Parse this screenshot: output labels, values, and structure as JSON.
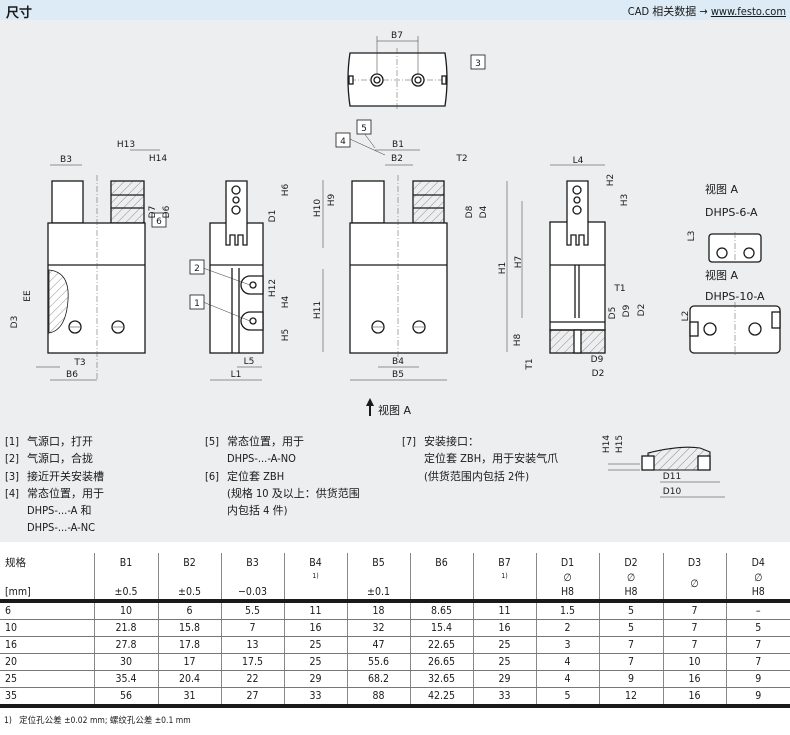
{
  "header": {
    "title": "尺寸",
    "cad_text": "CAD 相关数据 →",
    "cad_link": "www.festo.com"
  },
  "drawing": {
    "callouts": {
      "c1": "1",
      "c2": "2",
      "c3": "3",
      "c4": "4",
      "c5": "5",
      "c6": "6"
    },
    "view_arrow_label": "视图 A",
    "view_a_6_title": "视图 A",
    "view_a_6_model": "DHPS-6-A",
    "view_a_10_title": "视图 A",
    "view_a_10_model": "DHPS-10-A",
    "dims": {
      "B7": "B7",
      "B3": "B3",
      "H13": "H13",
      "H14": "H14",
      "D7": "D7",
      "D6": "D6",
      "T3": "T3",
      "B6": "B6",
      "EE": "EE",
      "D3": "D3",
      "H6": "H6",
      "D1": "D1",
      "H12": "H12",
      "H4": "H4",
      "H5": "H5",
      "L5": "L5",
      "L1": "L1",
      "B1": "B1",
      "B2": "B2",
      "T2": "T2",
      "H10": "H10",
      "H9": "H9",
      "H11": "H11",
      "D8": "D8",
      "D4": "D4",
      "B4": "B4",
      "B5": "B5",
      "L4": "L4",
      "H2": "H2",
      "H3": "H3",
      "H1": "H1",
      "H7": "H7",
      "T1": "T1",
      "D5": "D5",
      "D9": "D9",
      "D2": "D2",
      "H8": "H8",
      "T1_b": "T1",
      "D9_b": "D9",
      "D2_b": "D2",
      "L3": "L3",
      "L2": "L2",
      "H14_d": "H14",
      "H15": "H15",
      "D11": "D11",
      "D10": "D10"
    }
  },
  "legend": [
    {
      "num": "[1]",
      "lines": [
        "气源口，打开"
      ]
    },
    {
      "num": "[2]",
      "lines": [
        "气源口，合拢"
      ]
    },
    {
      "num": "[3]",
      "lines": [
        "接近开关安装槽"
      ]
    },
    {
      "num": "[4]",
      "lines": [
        "常态位置，用于",
        "DHPS-...-A 和",
        "DHPS-...-A-NC"
      ]
    },
    {
      "num": "[5]",
      "lines": [
        "常态位置，用于",
        "DHPS-...-A-NO"
      ]
    },
    {
      "num": "[6]",
      "lines": [
        "定位套 ZBH",
        "(规格 10 及以上：供货范围",
        "内包括 4 件)"
      ]
    },
    {
      "num": "[7]",
      "lines": [
        "安装接口：",
        "定位套 ZBH，用于安装气爪",
        "(供货范围内包括 2件)"
      ]
    }
  ],
  "table": {
    "size_label": "规格",
    "unit_label": "[mm]",
    "columns": [
      {
        "name": "B1",
        "sup": "",
        "diam": "",
        "tol": "±0.5"
      },
      {
        "name": "B2",
        "sup": "",
        "diam": "",
        "tol": "±0.5"
      },
      {
        "name": "B3",
        "sup": "",
        "diam": "",
        "tol": "−0.03"
      },
      {
        "name": "B4",
        "sup": "1)",
        "diam": "",
        "tol": ""
      },
      {
        "name": "B5",
        "sup": "",
        "diam": "",
        "tol": "±0.1"
      },
      {
        "name": "B6",
        "sup": "",
        "diam": "",
        "tol": ""
      },
      {
        "name": "B7",
        "sup": "1)",
        "diam": "",
        "tol": ""
      },
      {
        "name": "D1",
        "sup": "",
        "diam": "∅",
        "tol": "H8"
      },
      {
        "name": "D2",
        "sup": "",
        "diam": "∅",
        "tol": "H8"
      },
      {
        "name": "D3",
        "sup": "",
        "diam": "∅",
        "tol": ""
      },
      {
        "name": "D4",
        "sup": "",
        "diam": "∅",
        "tol": "H8"
      }
    ],
    "rows": [
      [
        "6",
        "10",
        "6",
        "5.5",
        "11",
        "18",
        "8.65",
        "11",
        "1.5",
        "5",
        "7",
        "–"
      ],
      [
        "10",
        "21.8",
        "15.8",
        "7",
        "16",
        "32",
        "15.4",
        "16",
        "2",
        "5",
        "7",
        "5"
      ],
      [
        "16",
        "27.8",
        "17.8",
        "13",
        "25",
        "47",
        "22.65",
        "25",
        "3",
        "7",
        "7",
        "7"
      ],
      [
        "20",
        "30",
        "17",
        "17.5",
        "25",
        "55.6",
        "26.65",
        "25",
        "4",
        "7",
        "10",
        "7"
      ],
      [
        "25",
        "35.4",
        "20.4",
        "22",
        "29",
        "68.2",
        "32.65",
        "29",
        "4",
        "9",
        "16",
        "9"
      ],
      [
        "35",
        "56",
        "31",
        "27",
        "33",
        "88",
        "42.25",
        "33",
        "5",
        "12",
        "16",
        "9"
      ]
    ],
    "footnote_mark": "1)",
    "footnote": "定位孔公差 ±0.02 mm; 螺纹孔公差 ±0.1 mm"
  }
}
